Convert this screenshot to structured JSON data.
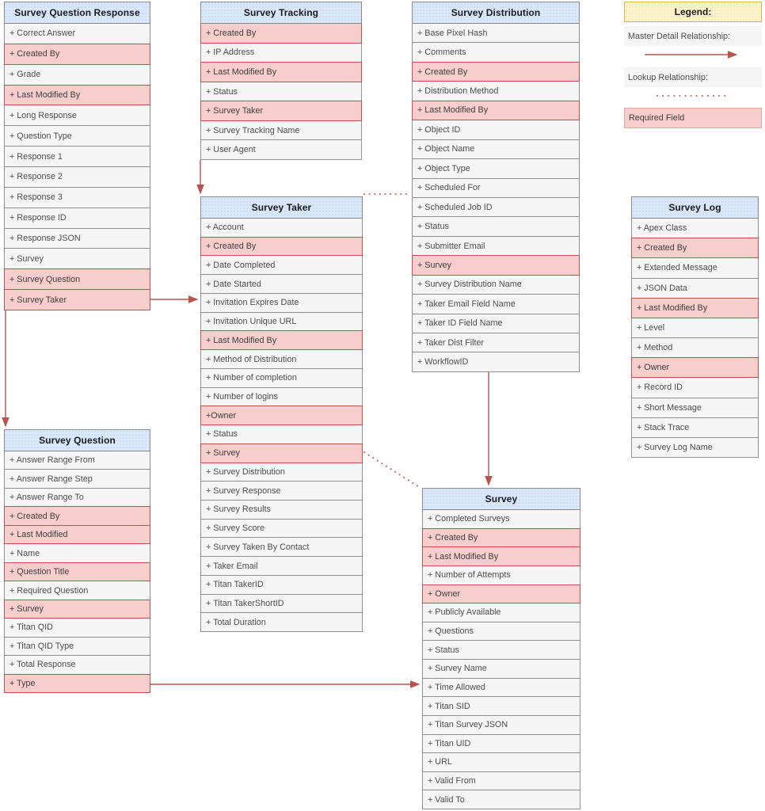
{
  "legend": {
    "title": "Legend:",
    "master_detail_label": "Master Detail Relationship:",
    "lookup_label": "Lookup Relationship:",
    "required_label": "Required Field"
  },
  "colors": {
    "header_blue": "#dae8fc",
    "legend_yellow": "#fff2cc",
    "required_pink": "#f8cecc",
    "required_border": "#b85450",
    "row_gray": "#f5f5f5",
    "relationship_line": "#b85450"
  },
  "entities": [
    {
      "id": "survey-question-response",
      "title": "Survey Question Response",
      "fields": [
        {
          "label": "+ Correct Answer",
          "required": false
        },
        {
          "label": "+ Created By",
          "required": true
        },
        {
          "label": "+ Grade",
          "required": false
        },
        {
          "label": "+ Last Modified By",
          "required": true
        },
        {
          "label": "+ Long Response",
          "required": false
        },
        {
          "label": "+ Question Type",
          "required": false
        },
        {
          "label": "+ Response 1",
          "required": false
        },
        {
          "label": "+ Response 2",
          "required": false
        },
        {
          "label": "+ Response 3",
          "required": false
        },
        {
          "label": "+ Response ID",
          "required": false
        },
        {
          "label": "+ Response JSON",
          "required": false
        },
        {
          "label": "+ Survey",
          "required": false
        },
        {
          "label": "+ Survey Question",
          "required": true
        },
        {
          "label": "+ Survey Taker",
          "required": true
        }
      ]
    },
    {
      "id": "survey-tracking",
      "title": "Survey Tracking",
      "fields": [
        {
          "label": "+ Created By",
          "required": true
        },
        {
          "label": "+ IP Address",
          "required": false
        },
        {
          "label": "+ Last Modified By",
          "required": true
        },
        {
          "label": "+ Status",
          "required": false
        },
        {
          "label": "+ Survey Taker",
          "required": true
        },
        {
          "label": "+ Survey Tracking Name",
          "required": false
        },
        {
          "label": "+ User Agent",
          "required": false
        }
      ]
    },
    {
      "id": "survey-distribution",
      "title": "Survey Distribution",
      "fields": [
        {
          "label": "+ Base Pixel Hash",
          "required": false
        },
        {
          "label": "+ Comments",
          "required": false
        },
        {
          "label": "+ Created By",
          "required": true
        },
        {
          "label": "+ Distribution Method",
          "required": false
        },
        {
          "label": "+ Last Modified By",
          "required": true
        },
        {
          "label": "+ Object ID",
          "required": false
        },
        {
          "label": "+ Object Name",
          "required": false
        },
        {
          "label": "+ Object Type",
          "required": false
        },
        {
          "label": "+ Scheduled For",
          "required": false
        },
        {
          "label": "+ Scheduled Job ID",
          "required": false
        },
        {
          "label": "+ Status",
          "required": false
        },
        {
          "label": "+ Submitter Email",
          "required": false
        },
        {
          "label": "+ Survey",
          "required": true
        },
        {
          "label": "+ Survey Distribution Name",
          "required": false
        },
        {
          "label": "+ Taker Email Field Name",
          "required": false
        },
        {
          "label": "+ Taker ID Field Name",
          "required": false
        },
        {
          "label": "+ Taker Dist Filter",
          "required": false
        },
        {
          "label": "+ WorkflowID",
          "required": false
        }
      ]
    },
    {
      "id": "survey-taker",
      "title": "Survey Taker",
      "fields": [
        {
          "label": "+ Account",
          "required": false
        },
        {
          "label": "+ Created By",
          "required": true
        },
        {
          "label": "+ Date Completed",
          "required": false
        },
        {
          "label": "+ Date Started",
          "required": false
        },
        {
          "label": "+ Invitation Expires Date",
          "required": false
        },
        {
          "label": "+ Invitation Unique URL",
          "required": false
        },
        {
          "label": "+ Last Modified By",
          "required": true
        },
        {
          "label": "+ Method of Distribution",
          "required": false
        },
        {
          "label": "+ Number of completion",
          "required": false
        },
        {
          "label": "+ Number of logins",
          "required": false
        },
        {
          "label": "+Owner",
          "required": true
        },
        {
          "label": "+ Status",
          "required": false
        },
        {
          "label": "+ Survey",
          "required": true
        },
        {
          "label": "+ Survey Distribution",
          "required": false
        },
        {
          "label": "+ Survey Response",
          "required": false
        },
        {
          "label": "+ Survey Results",
          "required": false
        },
        {
          "label": "+ Survey Score",
          "required": false
        },
        {
          "label": "+ Survey Taken By Contact",
          "required": false
        },
        {
          "label": "+ Taker Email",
          "required": false
        },
        {
          "label": "+ Titan TakerID",
          "required": false
        },
        {
          "label": "+ Titan TakerShortID",
          "required": false
        },
        {
          "label": "+ Total Duration",
          "required": false
        }
      ]
    },
    {
      "id": "survey-log",
      "title": "Survey Log",
      "fields": [
        {
          "label": "+ Apex Class",
          "required": false
        },
        {
          "label": "+ Created By",
          "required": true
        },
        {
          "label": "+ Extended Message",
          "required": false
        },
        {
          "label": "+ JSON Data",
          "required": false
        },
        {
          "label": "+ Last Modified By",
          "required": true
        },
        {
          "label": "+ Level",
          "required": false
        },
        {
          "label": "+ Method",
          "required": false
        },
        {
          "label": "+ Owner",
          "required": true
        },
        {
          "label": "+ Record ID",
          "required": false
        },
        {
          "label": "+ Short Message",
          "required": false
        },
        {
          "label": "+ Stack Trace",
          "required": false
        },
        {
          "label": "+ Survey Log Name",
          "required": false
        }
      ]
    },
    {
      "id": "survey-question",
      "title": "Survey Question",
      "fields": [
        {
          "label": "+ Answer Range From",
          "required": false
        },
        {
          "label": "+ Answer Range Step",
          "required": false
        },
        {
          "label": "+ Answer Range To",
          "required": false
        },
        {
          "label": "+ Created By",
          "required": true
        },
        {
          "label": "+ Last Modified",
          "required": true
        },
        {
          "label": "+ Name",
          "required": false
        },
        {
          "label": "+ Question Title",
          "required": true
        },
        {
          "label": "+ Required Question",
          "required": false
        },
        {
          "label": "+ Survey",
          "required": true
        },
        {
          "label": "+ Titan QID",
          "required": false
        },
        {
          "label": "+ Titan QID Type",
          "required": false
        },
        {
          "label": "+ Total Response",
          "required": false
        },
        {
          "label": "+ Type",
          "required": true
        }
      ]
    },
    {
      "id": "survey",
      "title": "Survey",
      "fields": [
        {
          "label": "+ Completed Surveys",
          "required": false
        },
        {
          "label": "+ Created By",
          "required": true
        },
        {
          "label": "+ Last Modified By",
          "required": true
        },
        {
          "label": "+ Number of Attempts",
          "required": false
        },
        {
          "label": "+ Owner",
          "required": true
        },
        {
          "label": "+ Publicly Available",
          "required": false
        },
        {
          "label": "+ Questions",
          "required": false
        },
        {
          "label": "+ Status",
          "required": false
        },
        {
          "label": "+ Survey Name",
          "required": false
        },
        {
          "label": "+ Time Allowed",
          "required": false
        },
        {
          "label": "+ Titan SID",
          "required": false
        },
        {
          "label": "+ Titan Survey JSON",
          "required": false
        },
        {
          "label": "+ Titan UID",
          "required": false
        },
        {
          "label": "+ URL",
          "required": false
        },
        {
          "label": "+ Valid From",
          "required": false
        },
        {
          "label": "+ Valid To",
          "required": false
        }
      ]
    }
  ],
  "relationships": [
    {
      "from": "Survey Tracking",
      "to": "Survey Taker",
      "type": "master-detail"
    },
    {
      "from": "Survey Question Response.Survey Taker",
      "to": "Survey Taker",
      "type": "master-detail"
    },
    {
      "from": "Survey Question Response",
      "to": "Survey Question",
      "type": "master-detail"
    },
    {
      "from": "Survey Question.Type",
      "to": "Survey.Time Allowed",
      "type": "master-detail"
    },
    {
      "from": "Survey Distribution",
      "to": "Survey",
      "type": "master-detail"
    },
    {
      "from": "Survey Taker",
      "to": "Survey Distribution",
      "type": "lookup"
    },
    {
      "from": "Survey Taker.Survey",
      "to": "Survey",
      "type": "lookup"
    }
  ]
}
